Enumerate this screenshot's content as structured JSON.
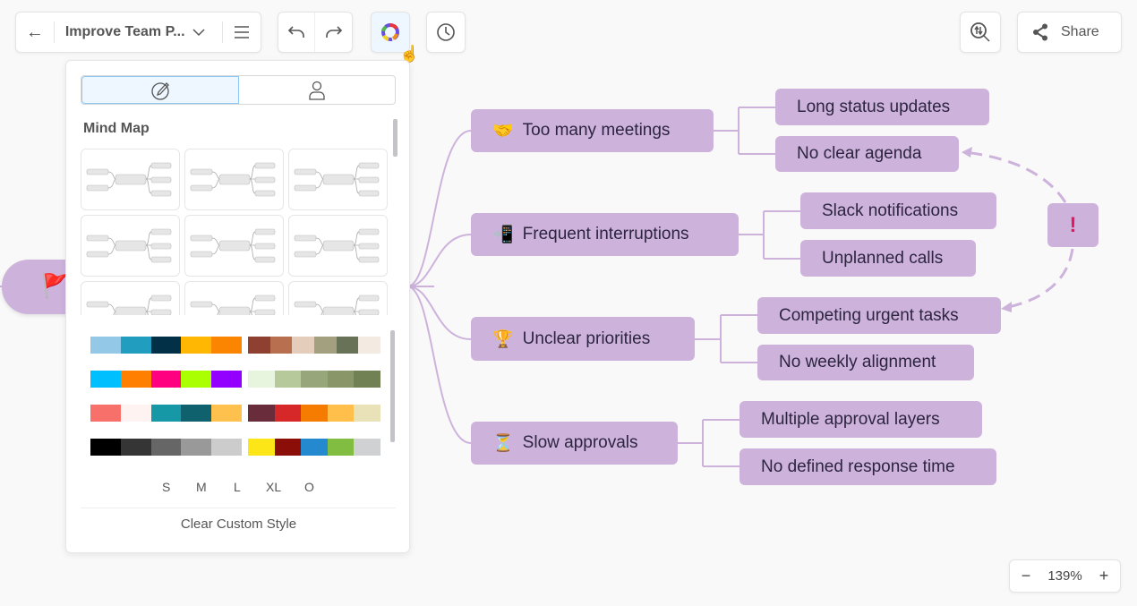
{
  "toolbar": {
    "title": "Improve Team P...",
    "share_label": "Share",
    "icons": [
      "back-arrow-icon",
      "chevron-down-icon",
      "menu-icon",
      "undo-icon",
      "redo-icon",
      "theme-color-wheel-icon",
      "history-clock-icon",
      "zoom-fit-icon",
      "share-icon"
    ]
  },
  "panel": {
    "tabs": [
      "style-brush-icon",
      "person-icon"
    ],
    "section_title": "Mind Map",
    "palettes_left": [
      [
        "#93c9e6",
        "#219ebf",
        "#023047",
        "#ffb703",
        "#fb8500"
      ],
      [
        "#00bfff",
        "#ff7f00",
        "#ff0080",
        "#aaff00",
        "#9400ff"
      ],
      [
        "#f7716a",
        "#fff3f2",
        "#1698a6",
        "#0f626d",
        "#ffc14d"
      ],
      [
        "#000000",
        "#353535",
        "#666666",
        "#999999",
        "#cccccc"
      ]
    ],
    "palettes_right": [
      [
        "#8f4031",
        "#b86f4f",
        "#e5cdbc",
        "#a3a07f",
        "#687256",
        "#f3ebe1"
      ],
      [
        "#e7f4de",
        "#b6c99b",
        "#98a67b",
        "#889668",
        "#718154"
      ],
      [
        "#682c3a",
        "#d72829",
        "#f57c00",
        "#ffbf4a",
        "#e9e2b8"
      ],
      [
        "#fde617",
        "#8c0e08",
        "#2489cf",
        "#80bd41",
        "#d0d1d3"
      ]
    ],
    "sizes": [
      "S",
      "M",
      "L",
      "XL",
      "O"
    ],
    "clear_label": "Clear Custom Style"
  },
  "mindmap": {
    "color": "#cdb3dc",
    "root_icon": "flag",
    "main": [
      {
        "emoji": "🤝",
        "label": "Too many meetings",
        "subs": [
          "Long status updates",
          "No clear agenda"
        ]
      },
      {
        "emoji": "📲",
        "label": "Frequent interruptions",
        "subs": [
          "Slack notifications",
          "Unplanned calls"
        ]
      },
      {
        "emoji": "🏆",
        "label": "Unclear priorities",
        "subs": [
          "Competing urgent tasks",
          "No weekly alignment"
        ]
      },
      {
        "emoji": "⏳",
        "label": "Slow approvals",
        "subs": [
          "Multiple approval layers",
          "No defined response time"
        ]
      }
    ],
    "callout": "!"
  },
  "zoom": {
    "minus": "−",
    "value": "139%",
    "plus": "+"
  }
}
